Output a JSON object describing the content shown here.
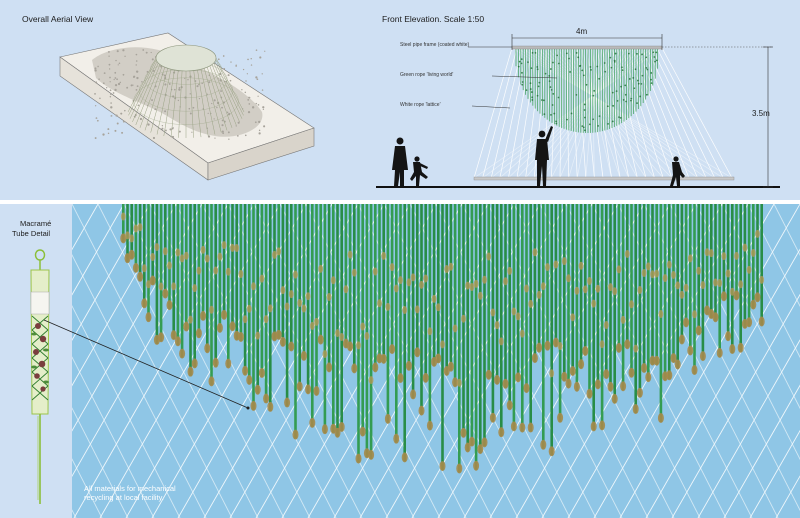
{
  "aerial": {
    "title": "Overall Aerial View"
  },
  "elevation": {
    "title": "Front Elevation. Scale 1:50",
    "width_dim": "4m",
    "height_dim": "3.5m",
    "labels": [
      "Steel pipe frame (coated white)",
      "Green rope 'living world'",
      "White rope 'lattice'"
    ]
  },
  "detail": {
    "title_line1": "Macramé",
    "title_line2": "Tube Detail"
  },
  "canopy": {
    "note_line1": "All materials for mechanical",
    "note_line2": "recycling at local facility."
  },
  "colors": {
    "background": "#cfe0f3",
    "sky": "#8fc6e6",
    "green_rope": "#2e9a4a",
    "white_rope": "#ffffff",
    "frame": "#b9b9b9"
  }
}
